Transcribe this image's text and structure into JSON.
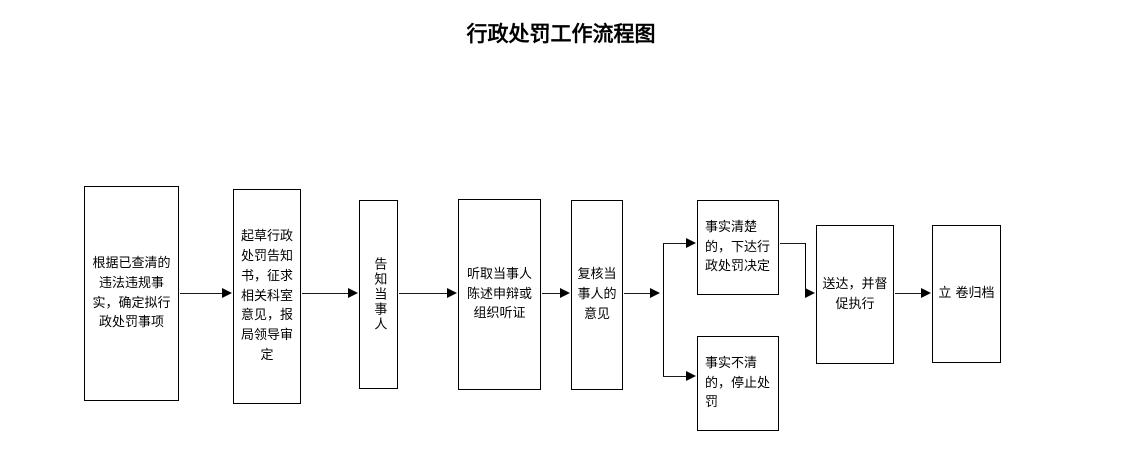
{
  "title": "行政处罚工作流程图",
  "diagram": {
    "type": "flowchart",
    "orientation": "left-to-right",
    "background_color": "#ffffff",
    "box_border_color": "#000000",
    "connector_color": "#000000",
    "nodes": [
      {
        "id": "n1",
        "label": "根据已查清的违法违规事实，确定拟行政处罚事项",
        "align": "center"
      },
      {
        "id": "n2",
        "label": "起草行政处罚告知书，征求相关科室意见，报局领导审定",
        "align": "center"
      },
      {
        "id": "n3",
        "label": "告知当事人",
        "align": "center",
        "writing_mode": "vertical"
      },
      {
        "id": "n4",
        "label": "听取当事人陈述申辩或组织听证",
        "align": "center"
      },
      {
        "id": "n5",
        "label": "复核当事人的意见",
        "align": "center"
      },
      {
        "id": "n6a",
        "label": "事实清楚的，下达行政处罚决定",
        "align": "left"
      },
      {
        "id": "n6b",
        "label": "事实不清的，停止处罚",
        "align": "left"
      },
      {
        "id": "n7",
        "label": "送达，并督促执行",
        "align": "center"
      },
      {
        "id": "n8",
        "label": "立 卷归档",
        "align": "center"
      }
    ]
  }
}
